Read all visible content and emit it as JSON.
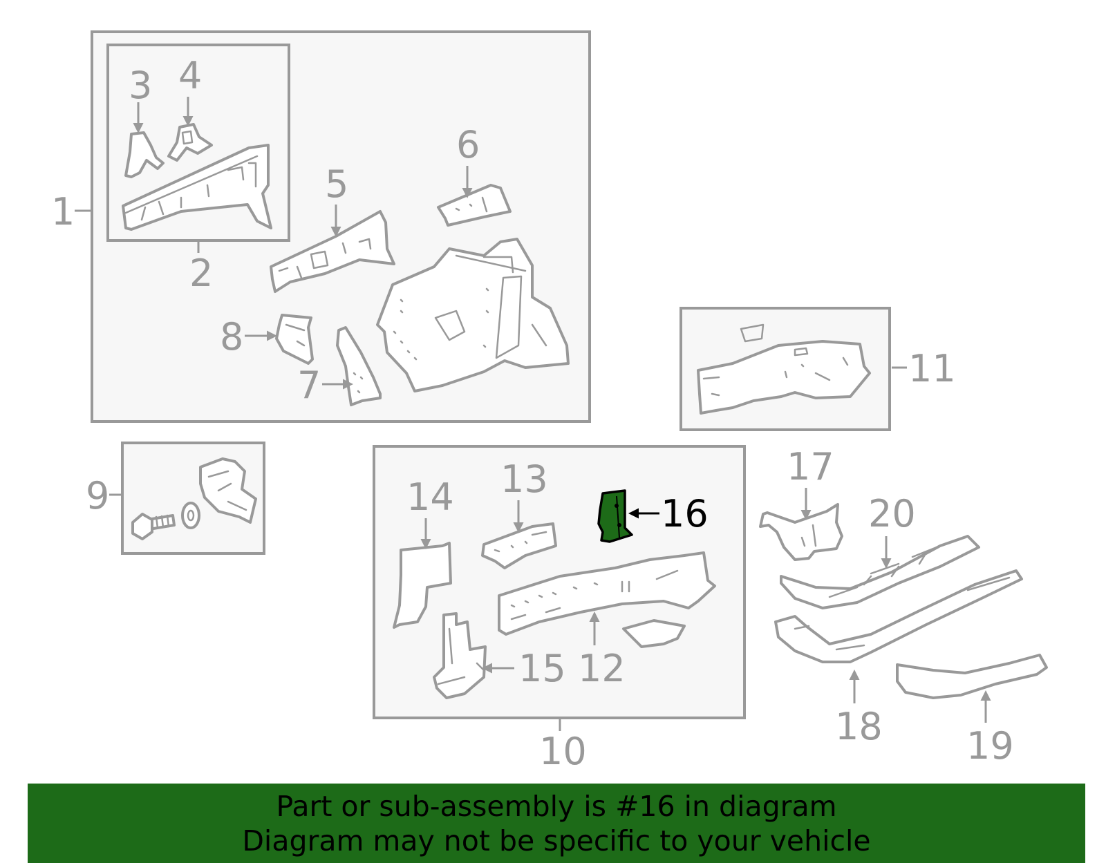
{
  "diagram": {
    "highlight_color": "#1d6b18",
    "callouts": [
      {
        "id": "c1",
        "label": "1"
      },
      {
        "id": "c2",
        "label": "2"
      },
      {
        "id": "c3",
        "label": "3"
      },
      {
        "id": "c4",
        "label": "4"
      },
      {
        "id": "c5",
        "label": "5"
      },
      {
        "id": "c6",
        "label": "6"
      },
      {
        "id": "c7",
        "label": "7"
      },
      {
        "id": "c8",
        "label": "8"
      },
      {
        "id": "c9",
        "label": "9"
      },
      {
        "id": "c10",
        "label": "10"
      },
      {
        "id": "c11",
        "label": "11"
      },
      {
        "id": "c12",
        "label": "12"
      },
      {
        "id": "c13",
        "label": "13"
      },
      {
        "id": "c14",
        "label": "14"
      },
      {
        "id": "c15",
        "label": "15"
      },
      {
        "id": "c16",
        "label": "16",
        "highlighted": true
      },
      {
        "id": "c17",
        "label": "17"
      },
      {
        "id": "c18",
        "label": "18"
      },
      {
        "id": "c19",
        "label": "19"
      },
      {
        "id": "c20",
        "label": "20"
      }
    ]
  },
  "banner": {
    "line1": "Part or sub-assembly is #16 in diagram",
    "line2": "Diagram may not be specific to your vehicle"
  }
}
